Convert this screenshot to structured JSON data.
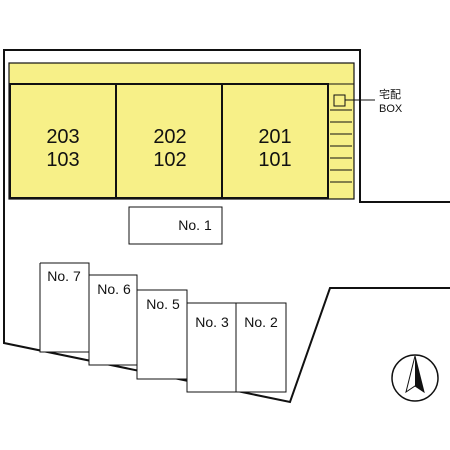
{
  "units": [
    {
      "upper": "203",
      "lower": "103"
    },
    {
      "upper": "202",
      "lower": "102"
    },
    {
      "upper": "201",
      "lower": "101"
    }
  ],
  "delivery_box": {
    "line1": "宅配",
    "line2": "BOX"
  },
  "parking": {
    "no1": "No. 1",
    "no2": "No. 2",
    "no3": "No. 3",
    "no5": "No. 5",
    "no6": "No. 6",
    "no7": "No. 7"
  },
  "colors": {
    "building_fill": "#f7f088",
    "line": "#111111"
  },
  "icons": {
    "compass": "north-arrow-icon"
  }
}
